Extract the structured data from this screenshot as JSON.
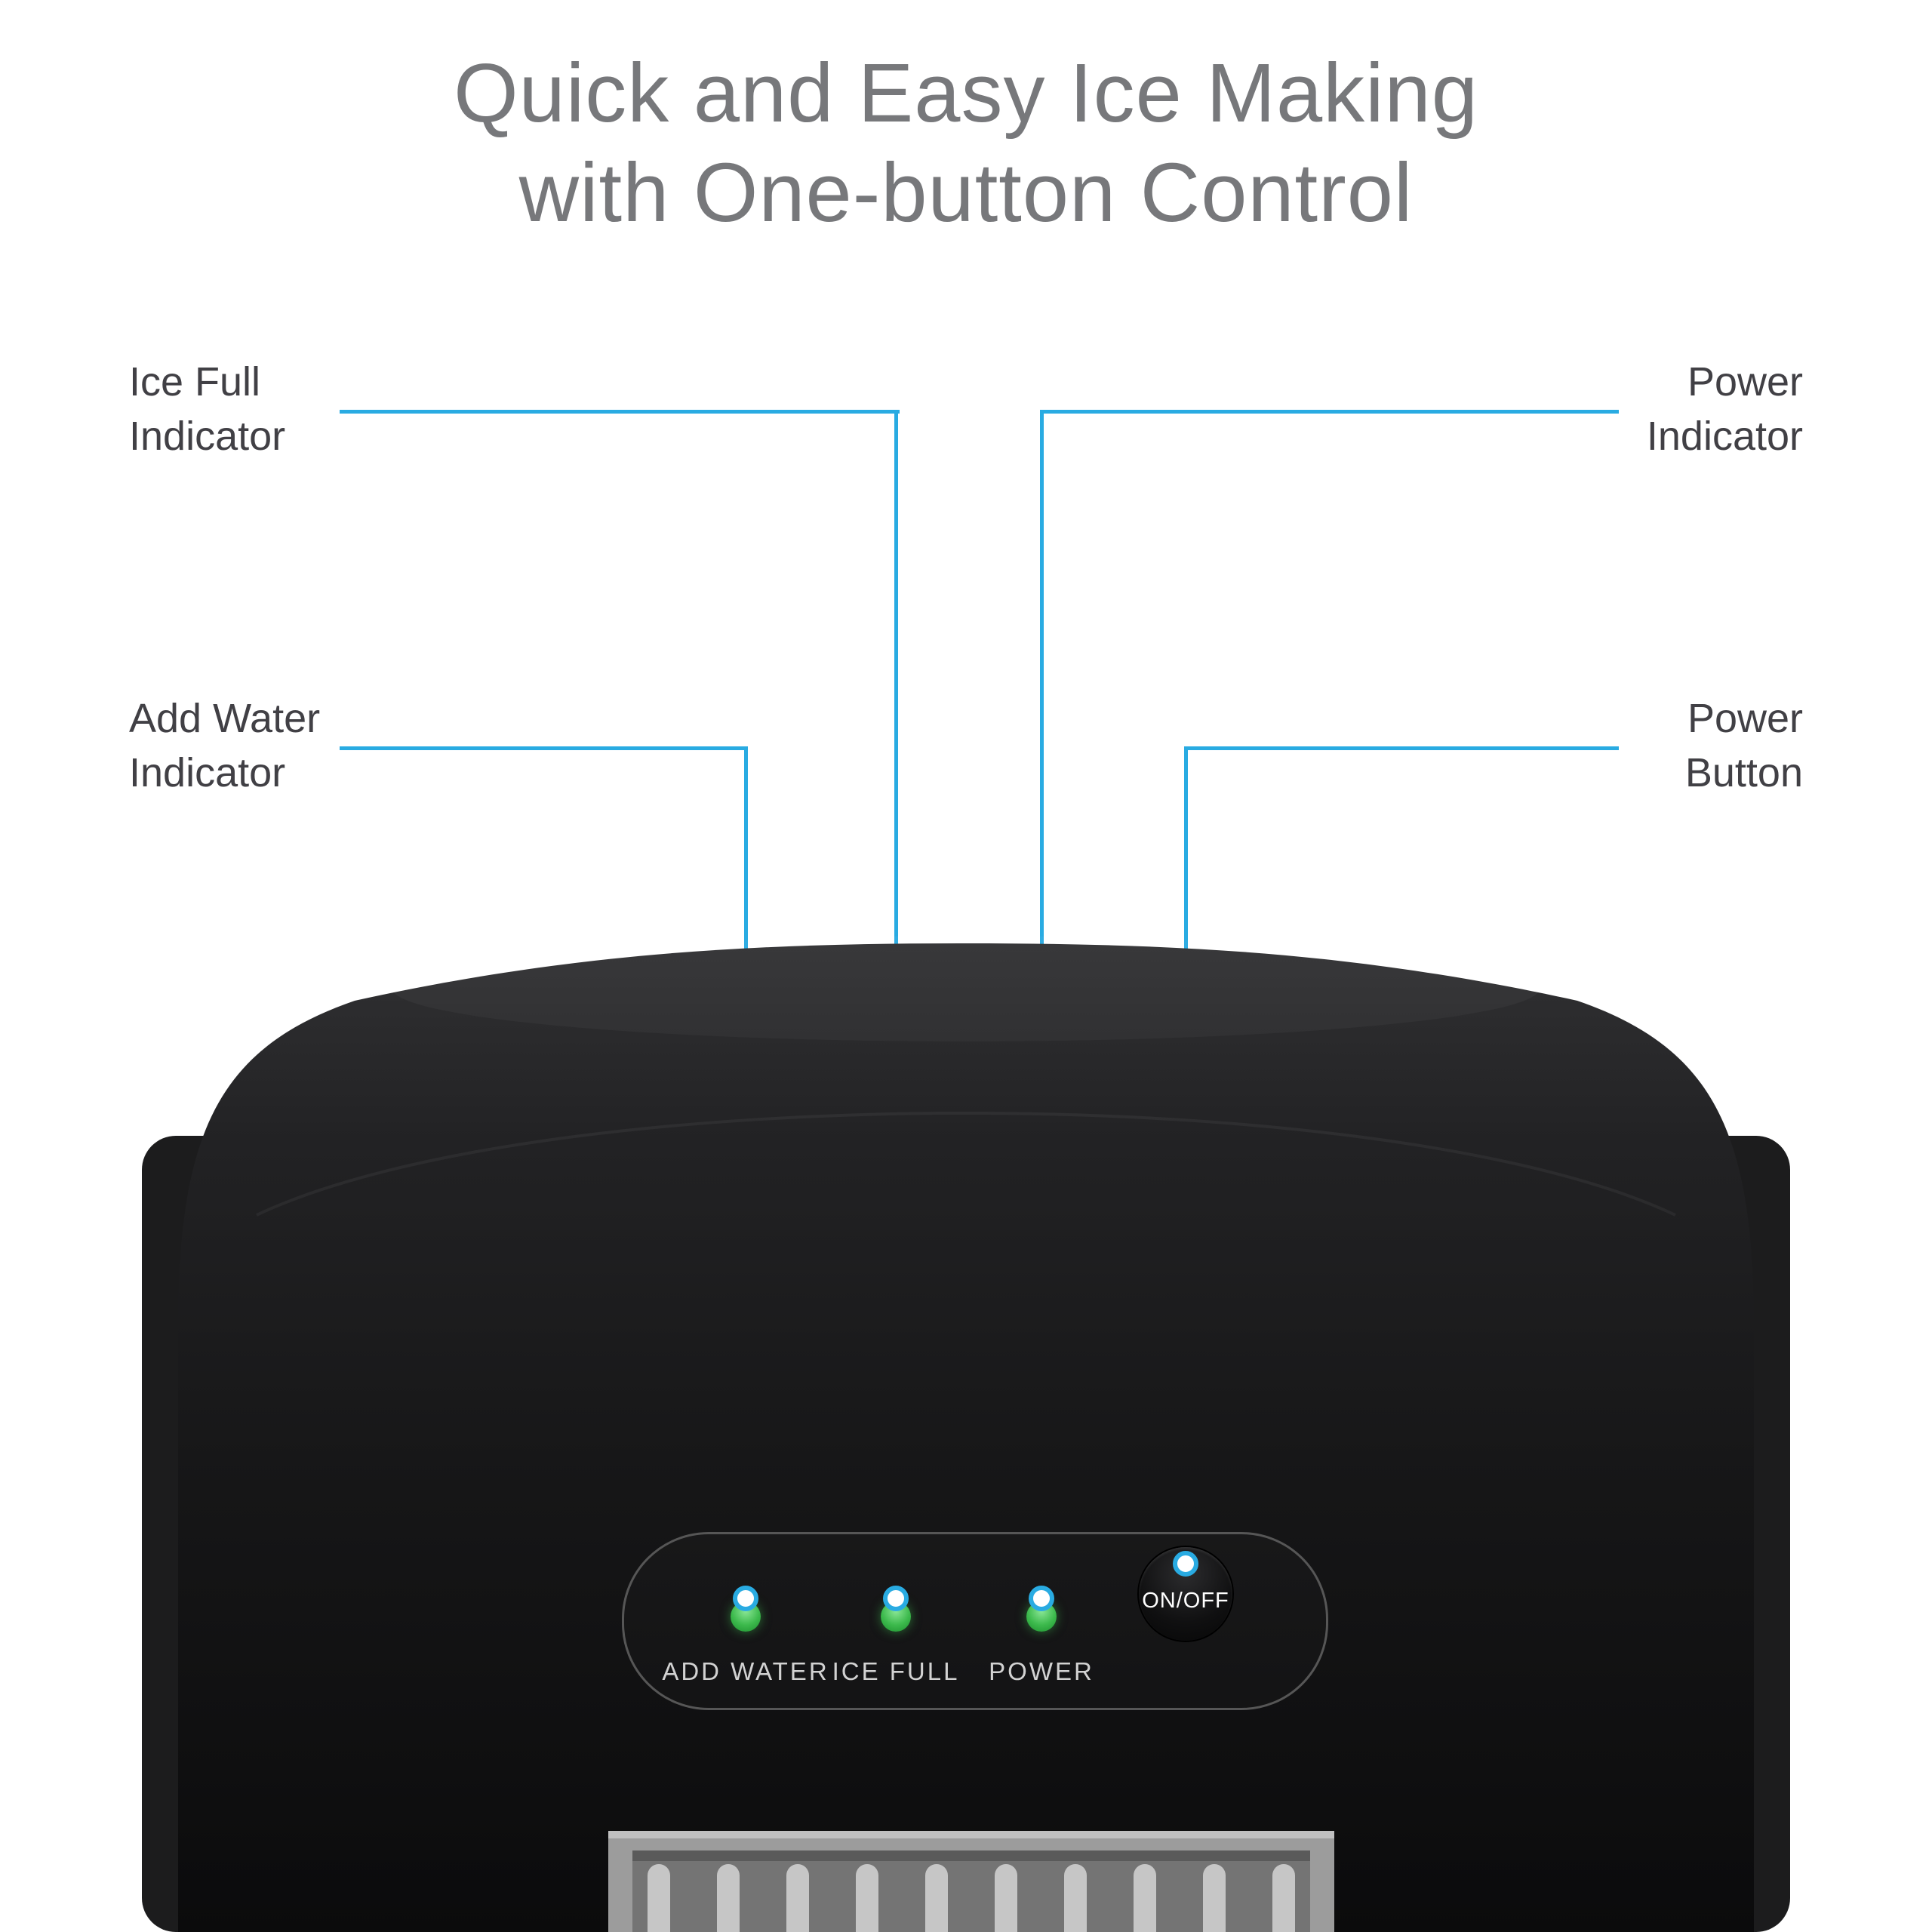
{
  "title": {
    "line1": "Quick and Easy Ice Making",
    "line2": "with One-button Control"
  },
  "callouts": {
    "ice_full": {
      "line1": "Ice Full",
      "line2": "Indicator"
    },
    "add_water": {
      "line1": "Add Water",
      "line2": "Indicator"
    },
    "power_indicator": {
      "line1": "Power",
      "line2": "Indicator"
    },
    "power_button": {
      "line1": "Power",
      "line2": "Button"
    }
  },
  "panel": {
    "add_water_label": "ADD WATER",
    "ice_full_label": "ICE FULL",
    "power_label": "POWER",
    "on_off_label": "ON/OFF"
  },
  "colors": {
    "accent_blue": "#29abe2",
    "led_green": "#3cb94c",
    "title_gray": "#77787b",
    "label_gray": "#414045",
    "machine_black": "#141415"
  }
}
